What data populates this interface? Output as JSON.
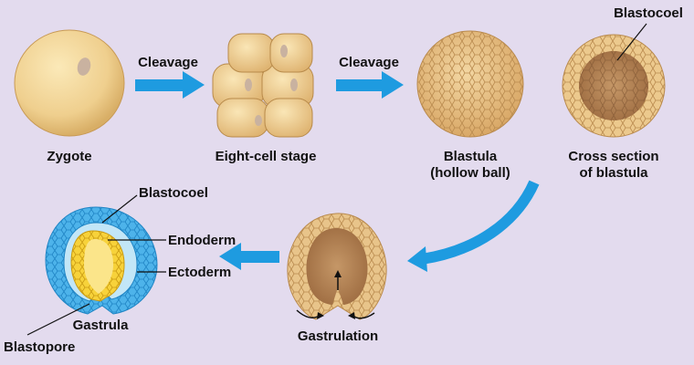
{
  "stages": [
    {
      "id": "zygote",
      "label": "Zygote"
    },
    {
      "id": "eight-cell",
      "label": "Eight-cell stage"
    },
    {
      "id": "blastula",
      "label_line1": "Blastula",
      "label_line2": "(hollow ball)"
    },
    {
      "id": "cross-section",
      "label_line1": "Cross section",
      "label_line2": "of blastula"
    },
    {
      "id": "gastrulation",
      "label": "Gastrulation"
    },
    {
      "id": "gastrula",
      "label": "Gastrula"
    }
  ],
  "arrows": {
    "cleavage_1": "Cleavage",
    "cleavage_2": "Cleavage"
  },
  "callouts": {
    "blastocoel_top": "Blastocoel",
    "blastocoel_gastrula": "Blastocoel",
    "endoderm": "Endoderm",
    "ectoderm": "Ectoderm",
    "blastopore": "Blastopore"
  },
  "colors": {
    "background": "#e3dbee",
    "arrow": "#1e9be0",
    "cell_tan": "#e9c98a",
    "ectoderm_blue": "#4db3ea",
    "endoderm_yellow": "#f7d23a"
  }
}
